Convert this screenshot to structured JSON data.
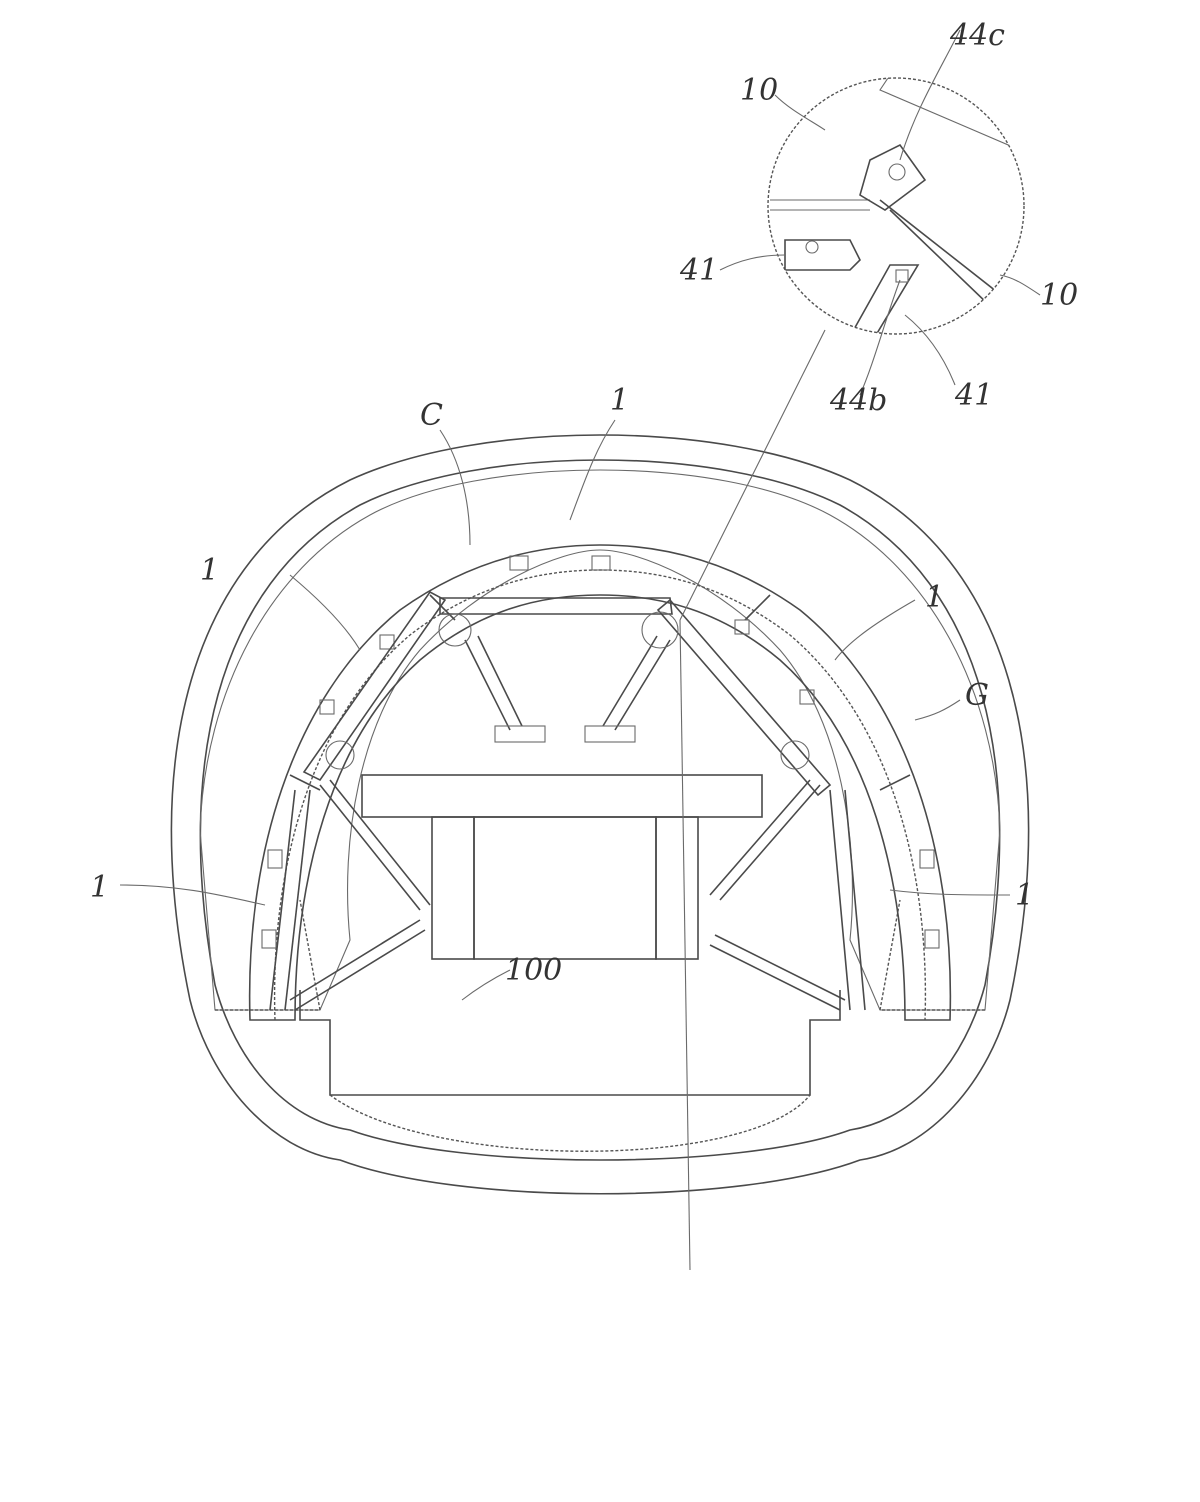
{
  "labels": {
    "ref_10_top": "10",
    "ref_44c": "44c",
    "ref_41_left": "41",
    "ref_10_right": "10",
    "ref_44b": "44b",
    "ref_41_right": "41",
    "ref_c": "C",
    "ref_1_top": "1",
    "ref_1_upper_left": "1",
    "ref_1_upper_right": "1",
    "ref_g": "G",
    "ref_1_lower_left": "1",
    "ref_1_lower_right": "1",
    "ref_100": "100"
  },
  "colors": {
    "line": "#4a4a4a",
    "hatch": "#6a6a6a",
    "background": "#ffffff"
  }
}
